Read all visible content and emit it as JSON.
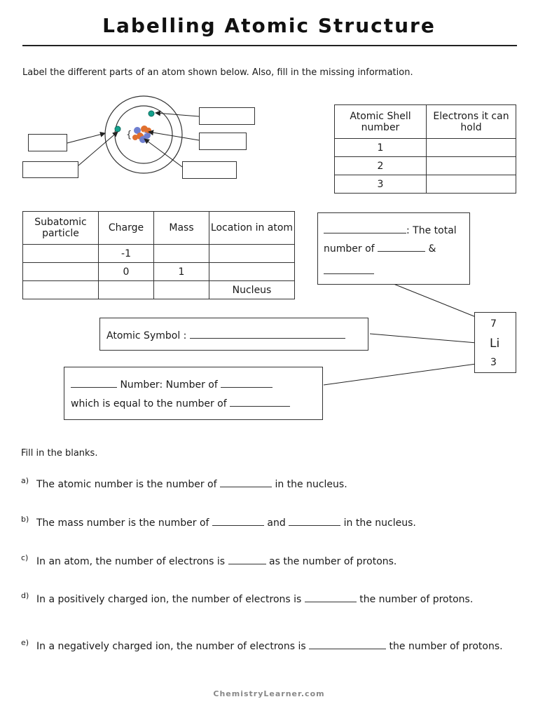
{
  "title": "Labelling Atomic Structure",
  "instruction": "Label the different parts of an atom shown below. Also, fill in the missing information.",
  "shell_table": {
    "headers": [
      "Atomic Shell number",
      "Electrons it can hold"
    ],
    "rows": [
      "1",
      "2",
      "3"
    ]
  },
  "particle_table": {
    "headers": [
      "Subatomic particle",
      "Charge",
      "Mass",
      "Location in atom"
    ],
    "rows": [
      [
        "",
        "-1",
        "",
        ""
      ],
      [
        "",
        "0",
        "1",
        ""
      ],
      [
        "",
        "",
        "",
        "Nucleus"
      ]
    ]
  },
  "mass_box": {
    "line1": ": The total",
    "line2": "number of",
    "amp": "&"
  },
  "symbol_box": {
    "label": "Atomic Symbol :"
  },
  "number_box": {
    "line1a": "Number: Number of",
    "line2": "which is equal to the number of"
  },
  "element": {
    "mass": "7",
    "symbol": "Li",
    "number": "3"
  },
  "fill_heading": "Fill in the blanks.",
  "questions": {
    "a": {
      "letter": "a)",
      "p1": "The atomic number is the number of",
      "p2": "in the nucleus."
    },
    "b": {
      "letter": "b)",
      "p1": "The mass number is the number of",
      "p2": "and",
      "p3": "in the nucleus."
    },
    "c": {
      "letter": "c)",
      "p1": "In an atom, the number of electrons is",
      "p2": "as the number of protons."
    },
    "d": {
      "letter": "d)",
      "p1": "In a positively charged ion, the number of electrons is",
      "p2": "the number of protons."
    },
    "e": {
      "letter": "e)",
      "p1": "In a negatively charged ion, the number of electrons is",
      "p2": "the number of protons."
    }
  },
  "footer": "ChemistryLearner.com"
}
